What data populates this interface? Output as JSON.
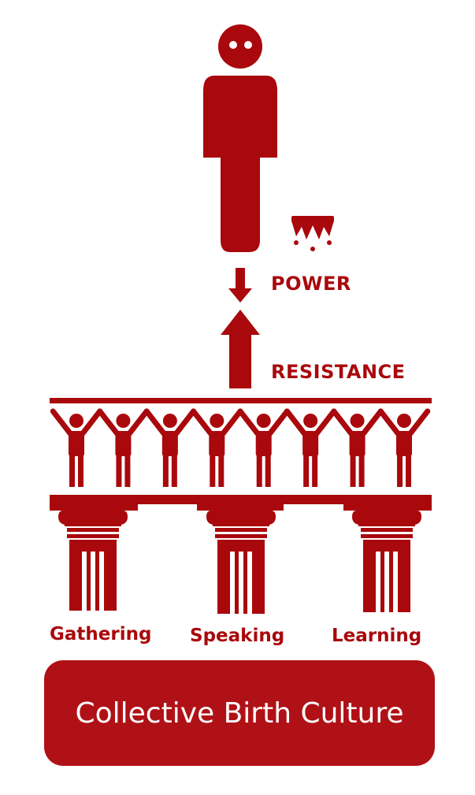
{
  "colors": {
    "primary": "#a9080c",
    "base_box": "#b01116",
    "text_on_box": "#ffffff",
    "background": "#ffffff"
  },
  "icons": {
    "ruler": "standing-person-icon",
    "crown": "crown-icon",
    "down_arrow": "arrow-down-icon",
    "up_arrow": "arrow-up-icon",
    "people": "person-arms-raised-icon",
    "pillars": "column-icon"
  },
  "labels": {
    "power": "POWER",
    "resistance": "RESISTANCE"
  },
  "pillars": [
    {
      "label": "Gathering"
    },
    {
      "label": "Speaking"
    },
    {
      "label": "Learning"
    }
  ],
  "people_count": 8,
  "base": {
    "text": "Collective Birth Culture"
  }
}
